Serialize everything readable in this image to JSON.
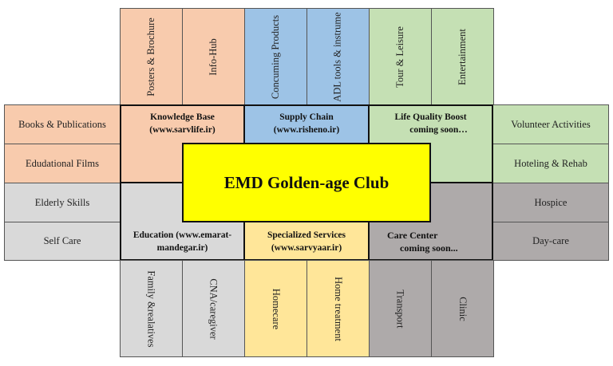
{
  "title": "EMD Golden-age Club",
  "colors": {
    "knowledge": "#f8cbad",
    "supply": "#9dc3e6",
    "life_quality": "#c5e0b4",
    "education": "#d9d9d9",
    "specialized": "#ffe699",
    "care_center": "#aeaaaa",
    "center": "#ffff00"
  },
  "zones": {
    "knowledge": {
      "name": "Knowledge Base",
      "sub": "(www.sarvlife.ir)"
    },
    "supply": {
      "name": "Supply Chain",
      "sub": "(www.risheno.ir)"
    },
    "life_quality": {
      "name": "Life Quality Boost",
      "sub": "coming soon…"
    },
    "education": {
      "name": "Education  (www.emarat-",
      "sub": "mandegar.ir)"
    },
    "specialized": {
      "name": "Specialized Services",
      "sub": "(www.sarvyaar.ir)"
    },
    "care_center": {
      "name": "Care Center",
      "sub": "coming soon..."
    }
  },
  "top": [
    {
      "label": "Posters & Brochure"
    },
    {
      "label": "Info-Hub"
    },
    {
      "label": "Concuming Products"
    },
    {
      "label": "ADL tools & instrume"
    },
    {
      "label": "Tour & Leisure"
    },
    {
      "label": "Entertainment"
    }
  ],
  "left": [
    {
      "label": "Books & Publications"
    },
    {
      "label": "Edudational Films"
    },
    {
      "label": "Elderly Skills"
    },
    {
      "label": "Self Care"
    }
  ],
  "right": [
    {
      "label": "Volunteer Activities"
    },
    {
      "label": "Hoteling & Rehab"
    },
    {
      "label": "Hospice"
    },
    {
      "label": "Day-care"
    }
  ],
  "bottom": [
    {
      "label": "Family &realatives"
    },
    {
      "label": "CNA/caregiver"
    },
    {
      "label": "Homecare"
    },
    {
      "label": "Home treatment"
    },
    {
      "label": "Transport"
    },
    {
      "label": "Clinic"
    }
  ]
}
